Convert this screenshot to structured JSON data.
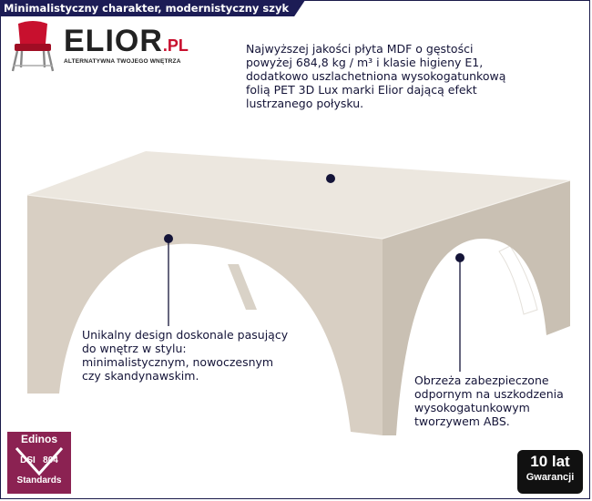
{
  "header": {
    "title": "Minimalistyczny charakter, modernistyczny szyk"
  },
  "logo": {
    "brand": "ELIOR",
    "domain": ".PL",
    "tagline": "ALTERNATYWNA TWOJEGO WNĘTRZA",
    "icon": "red-chair-icon"
  },
  "annotations": {
    "material": "Najwyższej jakości płyta MDF o gęstości powyżej 684,8 kg / m³ i klasie higieny E1, dodatkowo uszlachetniona wysokogatunkową folią PET 3D Lux marki Elior dającą efekt lustrzanego połysku.",
    "design": "Unikalny design doskonale pasujący do wnętrz w stylu: minimalistycznym, nowoczesnym czy skandynawskim.",
    "edges": "Obrzeża zabezpieczone odpornym na uszkodzenia wysokogatunkowym tworzywem ABS."
  },
  "badges": {
    "edinos": {
      "name": "Edinos",
      "left": "DSI",
      "right": "804",
      "footer": "Standards"
    },
    "warranty": {
      "years": "10 lat",
      "label": "Gwarancji"
    }
  },
  "colors": {
    "header_bg": "#1c1c55",
    "text": "#141438",
    "marker": "#141438",
    "brand_red": "#c8102e",
    "edinos_bg": "#8b2252"
  }
}
